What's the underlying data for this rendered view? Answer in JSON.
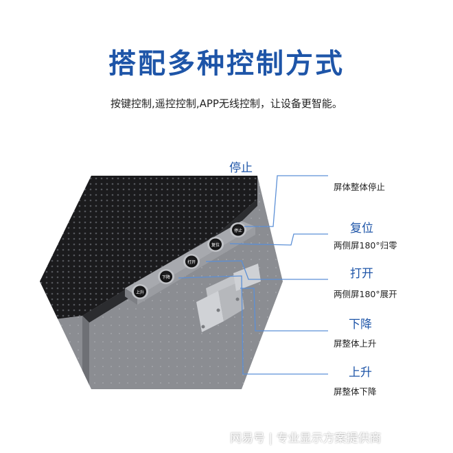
{
  "header": {
    "title": "搭配多种控制方式",
    "subtitle": "按键控制,遥控控制,APP无线控制，让设备更智能。"
  },
  "buttons": [
    {
      "label": "上升"
    },
    {
      "label": "下降"
    },
    {
      "label": "打开"
    },
    {
      "label": "复位"
    },
    {
      "label": "停止"
    }
  ],
  "callouts": {
    "stop": {
      "title": "停止",
      "desc": "屏体整体停止"
    },
    "reset": {
      "title": "复位",
      "desc": "两侧屏180°归零"
    },
    "open": {
      "title": "打开",
      "desc": "两侧屏180°展开"
    },
    "down": {
      "title": "下降",
      "desc": "屏整体上升"
    },
    "up": {
      "title": "上升",
      "desc": "屏整体下降"
    }
  },
  "watermark": {
    "text": "网易号 | 专业显示方案提供商"
  },
  "colors": {
    "accent": "#1e55a8",
    "line": "#5b8fd6",
    "panel_dark": "#1b1b1d",
    "panel_gray": "#8b8d92"
  }
}
